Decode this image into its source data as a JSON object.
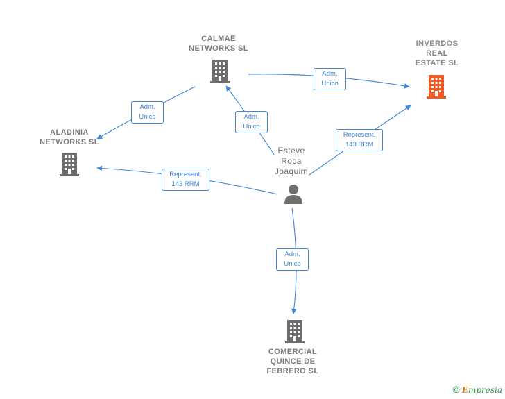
{
  "nodes": {
    "calmae": {
      "label": "CALMAE\nNETWORKS  SL",
      "type": "company"
    },
    "inverdos": {
      "label": "INVERDOS\nREAL\nESTATE  SL",
      "type": "company-focus"
    },
    "aladinia": {
      "label": "ALADINIA\nNETWORKS SL",
      "type": "company"
    },
    "esteve": {
      "label": "Esteve\nRoca\nJoaquim",
      "type": "person"
    },
    "comercial": {
      "label": "COMERCIAL\nQUINCE DE\nFEBRERO SL",
      "type": "company"
    }
  },
  "edges": {
    "calmae_inverdos": {
      "label": "Adm.\nUnico"
    },
    "calmae_aladinia": {
      "label": "Adm.\nUnico"
    },
    "esteve_calmae": {
      "label": "Adm.\nUnico"
    },
    "esteve_inverdos": {
      "label": "Represent.\n143 RRM"
    },
    "esteve_aladinia": {
      "label": "Represent.\n143 RRM"
    },
    "esteve_comercial": {
      "label": "Adm.\nUnico"
    }
  },
  "colors": {
    "edge": "#3f86d8",
    "company_icon": "#6e6e6e",
    "focus_icon": "#f05a28",
    "person_icon": "#6e6e6e"
  },
  "footer": {
    "copyright": "©",
    "brand_first": "E",
    "brand_rest": "mpresia"
  }
}
